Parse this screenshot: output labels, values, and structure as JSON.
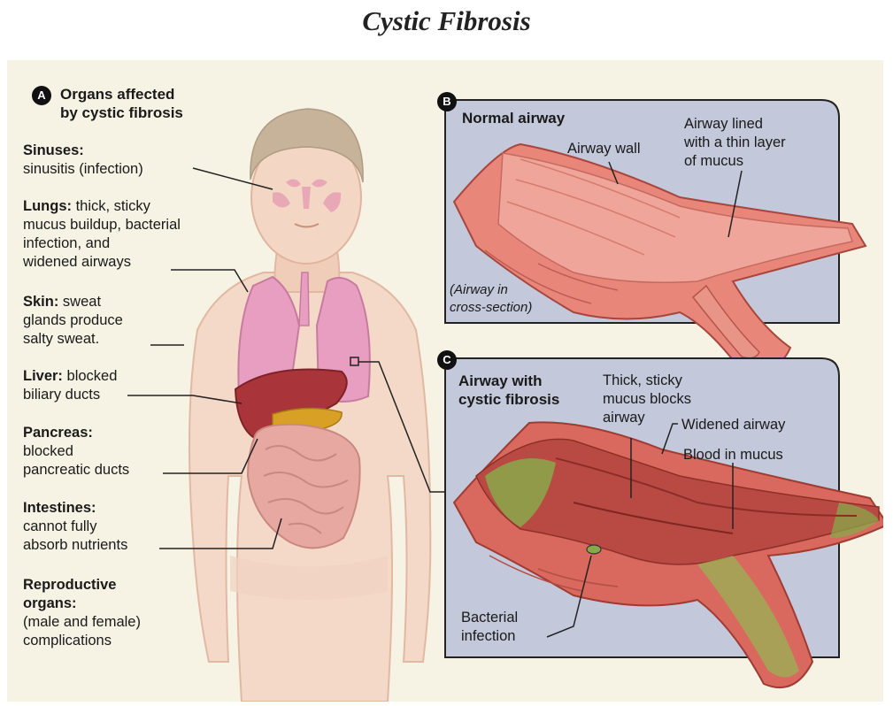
{
  "title": "Cystic Fibrosis",
  "panel_a": {
    "badge": "A",
    "heading_line1": "Organs affected",
    "heading_line2": "by cystic fibrosis",
    "organs": [
      {
        "name": "Sinuses:",
        "lines": [
          "sinusitis (infection)"
        ]
      },
      {
        "name": "Lungs:",
        "first": " thick, sticky",
        "lines": [
          "mucus buildup, bacterial",
          "infection, and",
          "widened airways"
        ]
      },
      {
        "name": "Skin:",
        "first": " sweat",
        "lines": [
          "glands produce",
          "salty sweat."
        ]
      },
      {
        "name": "Liver:",
        "first": " blocked",
        "lines": [
          "biliary ducts"
        ]
      },
      {
        "name": "Pancreas:",
        "lines": [
          "blocked",
          "pancreatic ducts"
        ]
      },
      {
        "name": "Intestines:",
        "lines": [
          "cannot fully",
          "absorb nutrients"
        ]
      },
      {
        "name": "Reproductive",
        "name2": "organs:",
        "lines": [
          "(male and female)",
          "complications"
        ]
      }
    ]
  },
  "panel_b": {
    "badge": "B",
    "heading": "Normal airway",
    "labels": {
      "airway_wall": "Airway wall",
      "lined_1": "Airway lined",
      "lined_2": "with a thin layer",
      "lined_3": "of mucus",
      "cross_1": "(Airway in",
      "cross_2": "cross-section)"
    }
  },
  "panel_c": {
    "badge": "C",
    "heading_line1": "Airway with",
    "heading_line2": "cystic fibrosis",
    "labels": {
      "thick_1": "Thick, sticky",
      "thick_2": "mucus blocks",
      "thick_3": "airway",
      "widened": "Widened airway",
      "blood": "Blood in mucus",
      "bact_1": "Bacterial",
      "bact_2": "infection"
    }
  },
  "colors": {
    "background": "#f6f2e4",
    "panel_bg": "#c3c8da",
    "airway_pink": "#e8867a",
    "mucus_green": "#8aa84a",
    "lung_pink": "#e7a0c2",
    "liver": "#a9353a"
  }
}
